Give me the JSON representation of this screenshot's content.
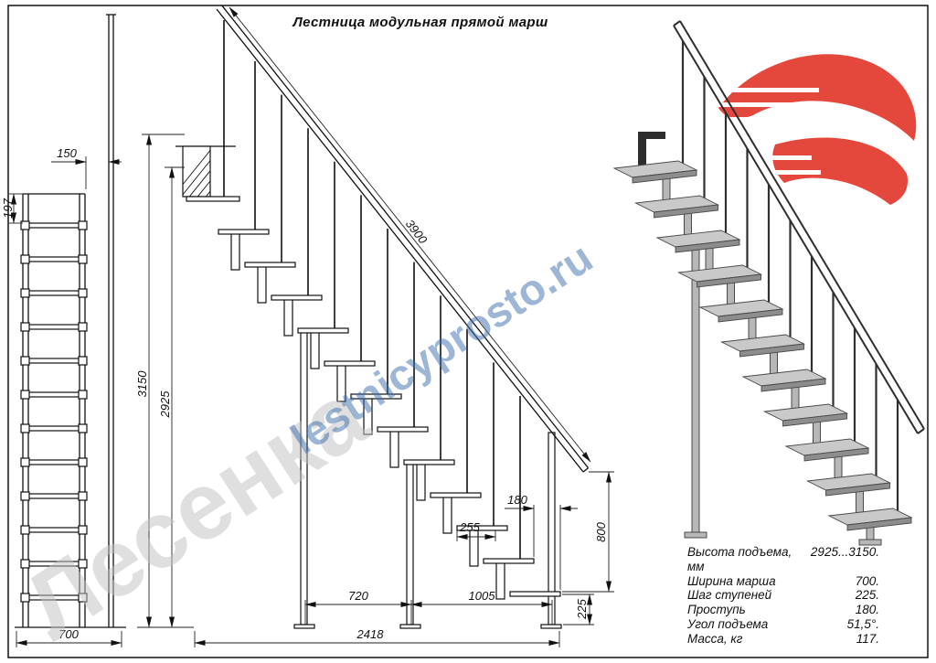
{
  "title": "Лестница модульная прямой марш",
  "watermarks": {
    "brand": "Лесенка",
    "site": "lestnicyprosto.ru"
  },
  "front_view": {
    "dims": {
      "handrail_offset": "150",
      "step_pitch": "197",
      "march_width": "700"
    }
  },
  "side_view": {
    "dims": {
      "rail_length": "3900",
      "height_max": "3150",
      "height_min": "2925",
      "tread_run": "180",
      "module_length": "255",
      "step_rise": "225",
      "rail_end_height": "800",
      "post_span": "720",
      "end_span": "1005",
      "total_run": "2418"
    }
  },
  "specs": {
    "rows": [
      {
        "label": "Высота подъема, мм",
        "value": "2925...3150."
      },
      {
        "label": "Ширина марша",
        "value": "700."
      },
      {
        "label": "Шаг ступеней",
        "value": "225."
      },
      {
        "label": "Проступь",
        "value": "180."
      },
      {
        "label": "Угол подъема",
        "value": "51,5°."
      },
      {
        "label": "Масса, кг",
        "value": "117."
      }
    ]
  },
  "colors": {
    "line": "#111111",
    "logo_red": "#e23b2e",
    "watermark_blue": "#3f6fae",
    "watermark_gray": "#c2c2c2",
    "tread_fill": "#c9c9c9",
    "tread_side": "#8d8d8d"
  }
}
